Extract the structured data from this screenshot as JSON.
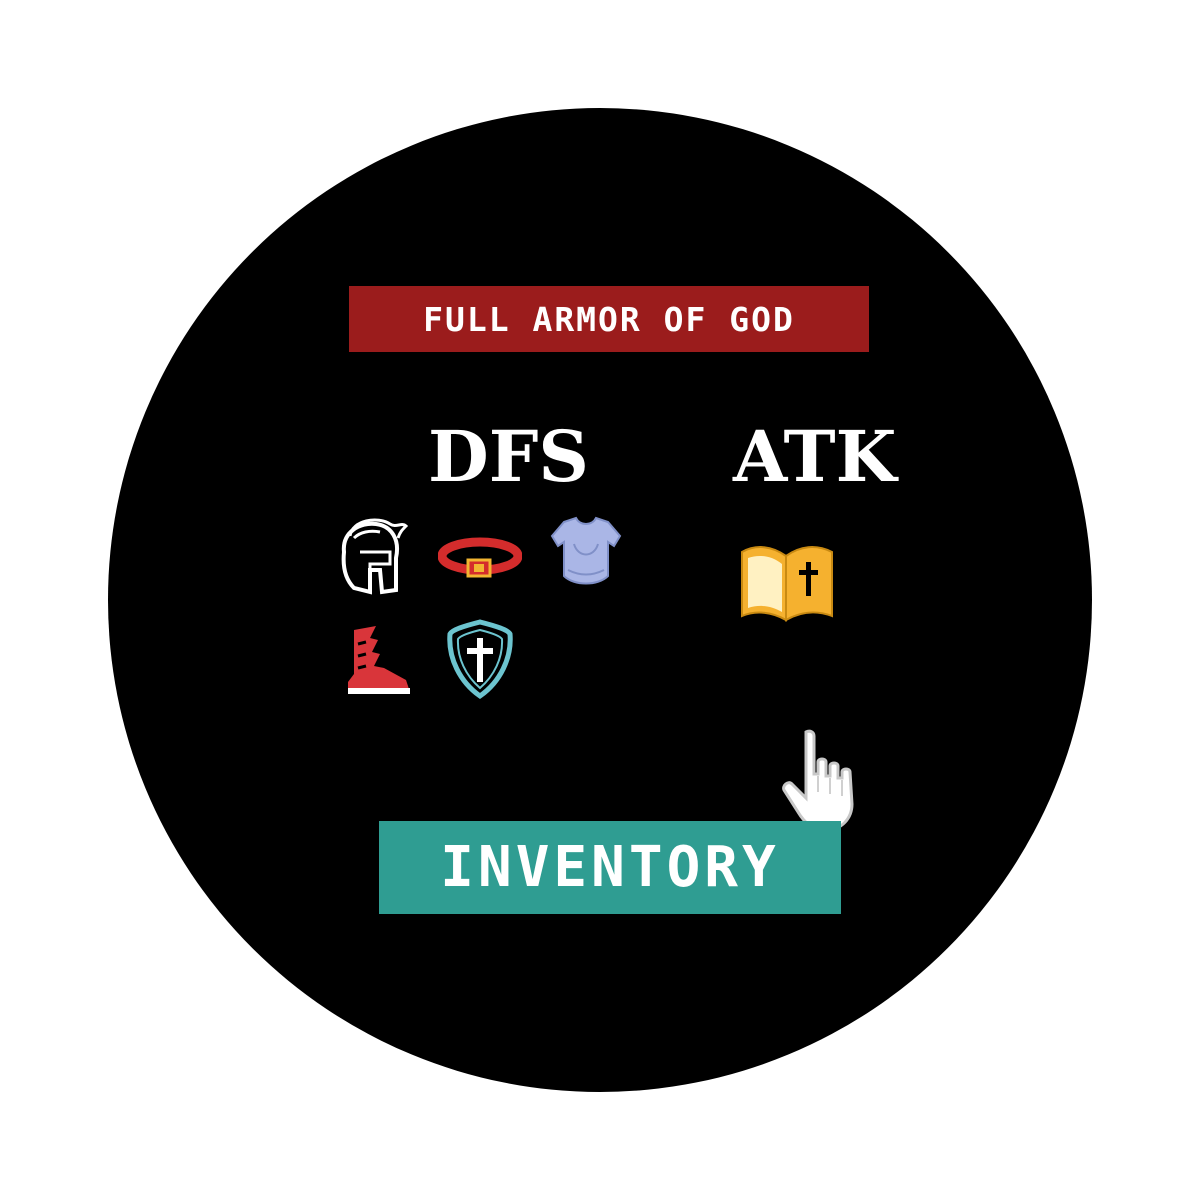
{
  "title": "FULL ARMOR OF GOD",
  "sections": {
    "defense_label": "DFS",
    "attack_label": "ATK"
  },
  "inventory_button": {
    "label": "INVENTORY"
  },
  "defense_items": [
    "helmet-icon",
    "belt-icon",
    "breastplate-icon",
    "boot-icon",
    "shield-icon"
  ],
  "attack_items": [
    "bible-icon"
  ],
  "colors": {
    "background": "#000000",
    "title_banner": "#9b1c1c",
    "inventory_button": "#2f9d92",
    "text": "#ffffff",
    "belt": "#d42c2c",
    "breastplate": "#aab6e6",
    "boot": "#d9353a",
    "shield_outline": "#6cc4cf",
    "bible": "#f5b12f"
  }
}
